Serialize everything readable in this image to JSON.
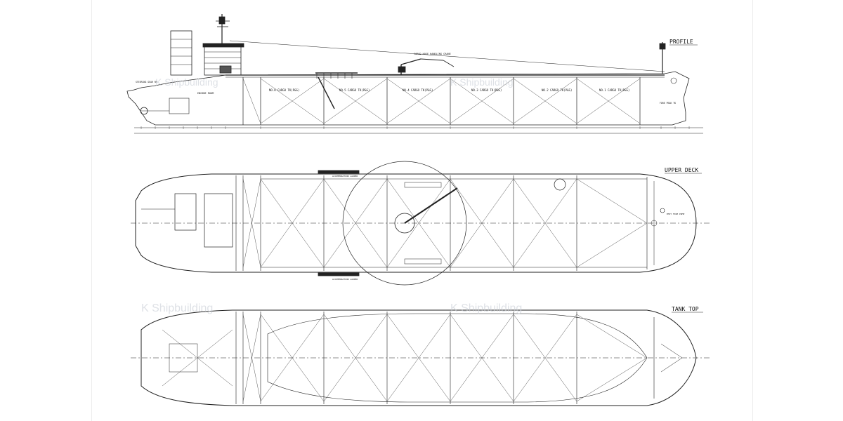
{
  "views": {
    "profile": {
      "title": "PROFILE"
    },
    "upper_deck": {
      "title": "UPPER DECK"
    },
    "tank_top": {
      "title": "TANK TOP"
    }
  },
  "watermark": "K Shipbuilding",
  "profile_labels": {
    "crane": "CARGO HOSE HANDLING CRANE",
    "engine_room": "ENGINE ROOM",
    "steering": "STEERING GEAR RM",
    "holds": [
      "NO.6 CARGO TK(P&S)",
      "NO.5 CARGO TK(P&S)",
      "NO.4 CARGO TK(P&S)",
      "NO.3 CARGO TK(P&S)",
      "NO.2 CARGO TK(P&S)",
      "NO.1 CARGO TK(P&S)"
    ],
    "fore_peak": "FORE PEAK TK"
  },
  "deck_labels": {
    "accommodation_ladder": "ACCOMMODATION LADDER",
    "emcy_fire_pump": "EMCY FIRE PUMP"
  },
  "colors": {
    "line": "#222222",
    "dash": "#555555",
    "watermark": "#c9ced6"
  }
}
